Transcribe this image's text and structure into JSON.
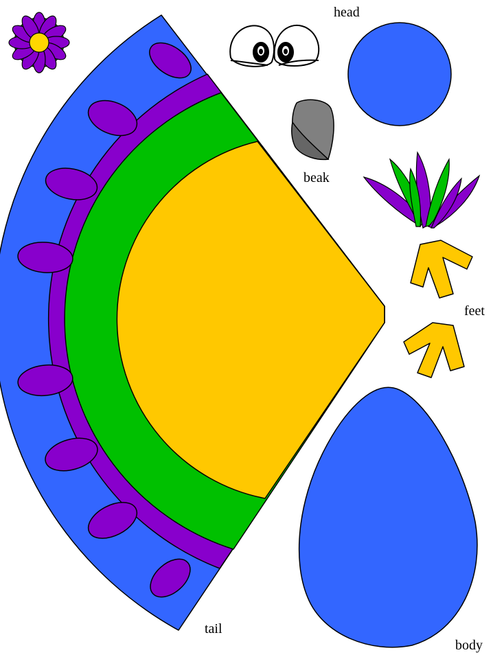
{
  "labels": {
    "head": "head",
    "beak": "beak",
    "feet": "feet",
    "tail": "tail",
    "body": "body"
  },
  "colors": {
    "blue": "#3366ff",
    "purple": "#8800cc",
    "green": "#00c000",
    "yellow": "#ffc800",
    "gray": "#808080",
    "flower_center": "#ffd700",
    "outline": "#000000"
  },
  "pieces": [
    {
      "name": "flower",
      "icon": "flower-icon"
    },
    {
      "name": "tail",
      "icon": "tail-fan"
    },
    {
      "name": "eyes",
      "icon": "eyes-icon"
    },
    {
      "name": "beak",
      "icon": "beak-icon"
    },
    {
      "name": "head",
      "icon": "circle"
    },
    {
      "name": "crest",
      "icon": "feather-crest-icon"
    },
    {
      "name": "feet",
      "icon": "bird-foot-icon"
    },
    {
      "name": "body",
      "icon": "egg-shape"
    }
  ]
}
